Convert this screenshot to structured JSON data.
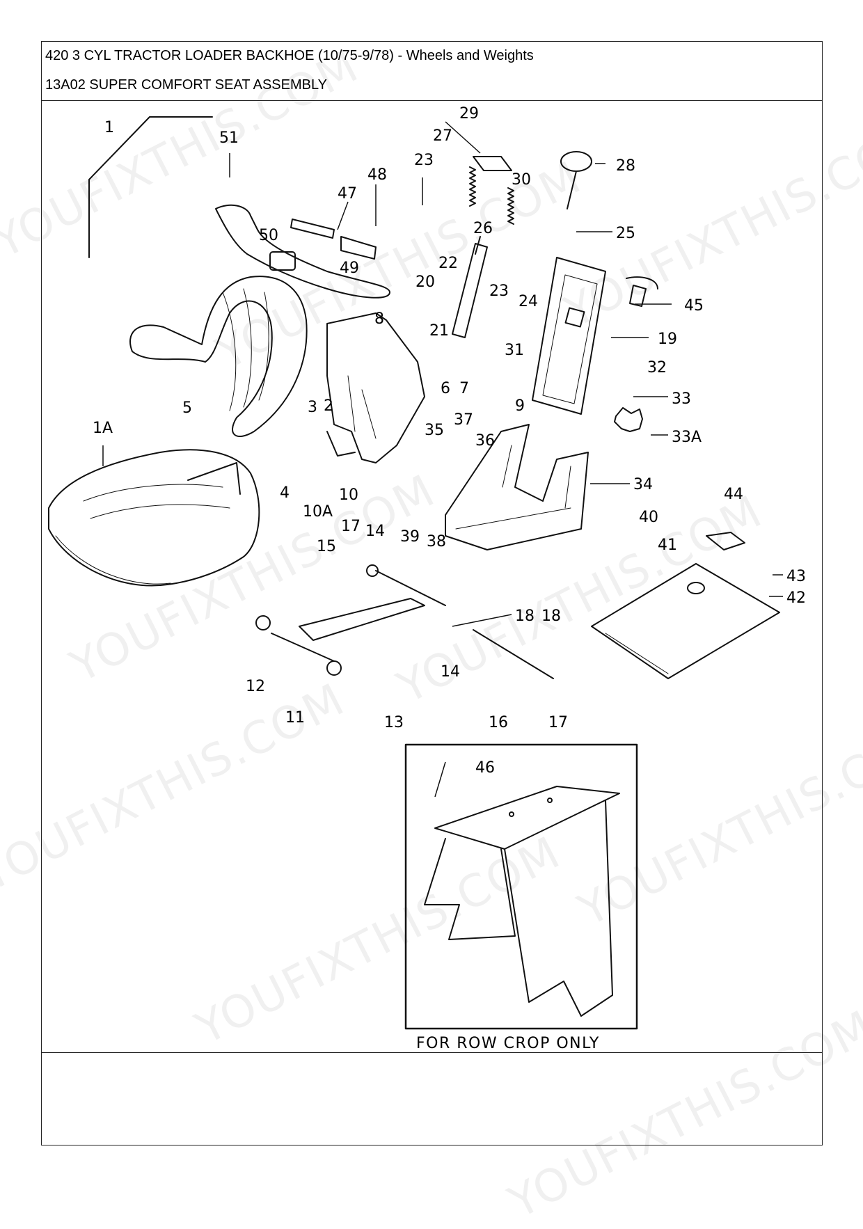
{
  "header": {
    "line1": "420 3 CYL TRACTOR LOADER BACKHOE (10/75-9/78) - Wheels and Weights",
    "line2": "13A02 SUPER COMFORT SEAT ASSEMBLY"
  },
  "diagram": {
    "caption": "FOR ROW CROP ONLY",
    "callouts": [
      "1",
      "51",
      "47",
      "48",
      "50",
      "49",
      "23",
      "29",
      "27",
      "30",
      "26",
      "28",
      "25",
      "22",
      "20",
      "23",
      "24",
      "45",
      "8",
      "21",
      "31",
      "19",
      "5",
      "3",
      "2",
      "6",
      "7",
      "9",
      "32",
      "33",
      "33A",
      "1A",
      "37",
      "35",
      "36",
      "34",
      "4",
      "10",
      "10A",
      "39",
      "38",
      "17",
      "14",
      "15",
      "40",
      "44",
      "41",
      "43",
      "42",
      "18",
      "18",
      "12",
      "11",
      "14",
      "13",
      "16",
      "17",
      "46"
    ]
  },
  "watermark": {
    "text": "YOUFIXTHIS.COM"
  }
}
